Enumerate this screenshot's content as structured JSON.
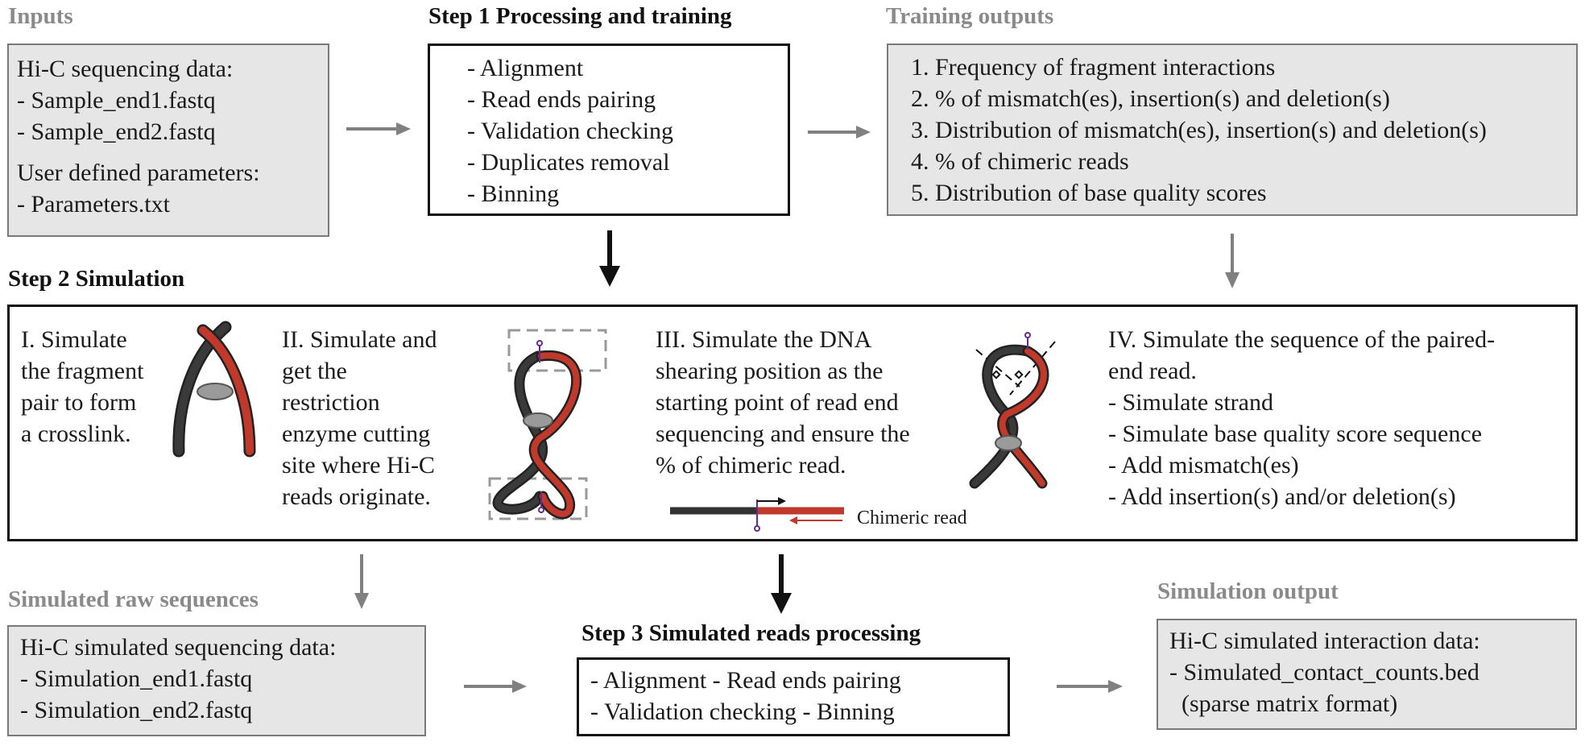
{
  "inputs": {
    "header": "Inputs",
    "lines": [
      "Hi-C sequencing data:",
      "- Sample_end1.fastq",
      "- Sample_end2.fastq"
    ],
    "lines2": [
      "User defined parameters:",
      "- Parameters.txt"
    ]
  },
  "step1": {
    "header": "Step 1  Processing and training",
    "items": [
      "- Alignment",
      "- Read ends pairing",
      "- Validation checking",
      "- Duplicates removal",
      "- Binning"
    ]
  },
  "training_outputs": {
    "header": "Training outputs",
    "items": [
      "1. Frequency of fragment interactions",
      "2. % of mismatch(es), insertion(s) and deletion(s)",
      "3. Distribution of mismatch(es), insertion(s) and deletion(s)",
      "4. % of chimeric reads",
      "5. Distribution of base quality scores"
    ]
  },
  "step2": {
    "header": "Step 2  Simulation",
    "sub1": [
      "I. Simulate",
      "the fragment",
      "pair to form",
      "a crosslink."
    ],
    "sub2": [
      "II. Simulate  and",
      "get the",
      "restriction",
      "enzyme cutting",
      "site where Hi-C",
      "reads originate."
    ],
    "sub3": [
      "III. Simulate the DNA",
      "shearing position as the",
      "starting point of read end",
      "sequencing and ensure the",
      "% of chimeric read."
    ],
    "chimeric_label": "Chimeric read",
    "sub4": [
      "IV. Simulate the sequence of the paired-",
      "end read.",
      "- Simulate strand",
      "- Simulate base quality score sequence",
      "- Add mismatch(es)",
      "- Add insertion(s) and/or deletion(s)"
    ]
  },
  "raw_sequences": {
    "header": "Simulated raw sequences",
    "lines": [
      "Hi-C simulated sequencing data:",
      "- Simulation_end1.fastq",
      "- Simulation_end2.fastq"
    ]
  },
  "step3": {
    "header": "Step 3  Simulated reads processing",
    "lines": [
      "- Alignment  - Read ends pairing",
      "- Validation checking   - Binning"
    ]
  },
  "sim_output": {
    "header": "Simulation output",
    "lines": [
      "Hi-C simulated interaction data:",
      "- Simulated_contact_counts.bed",
      "  (sparse matrix format)"
    ]
  },
  "colors": {
    "gray_box": "#e6e6e6",
    "strand_dark": "#333333",
    "strand_red": "#c0392b",
    "arrow_gray": "#808080"
  }
}
